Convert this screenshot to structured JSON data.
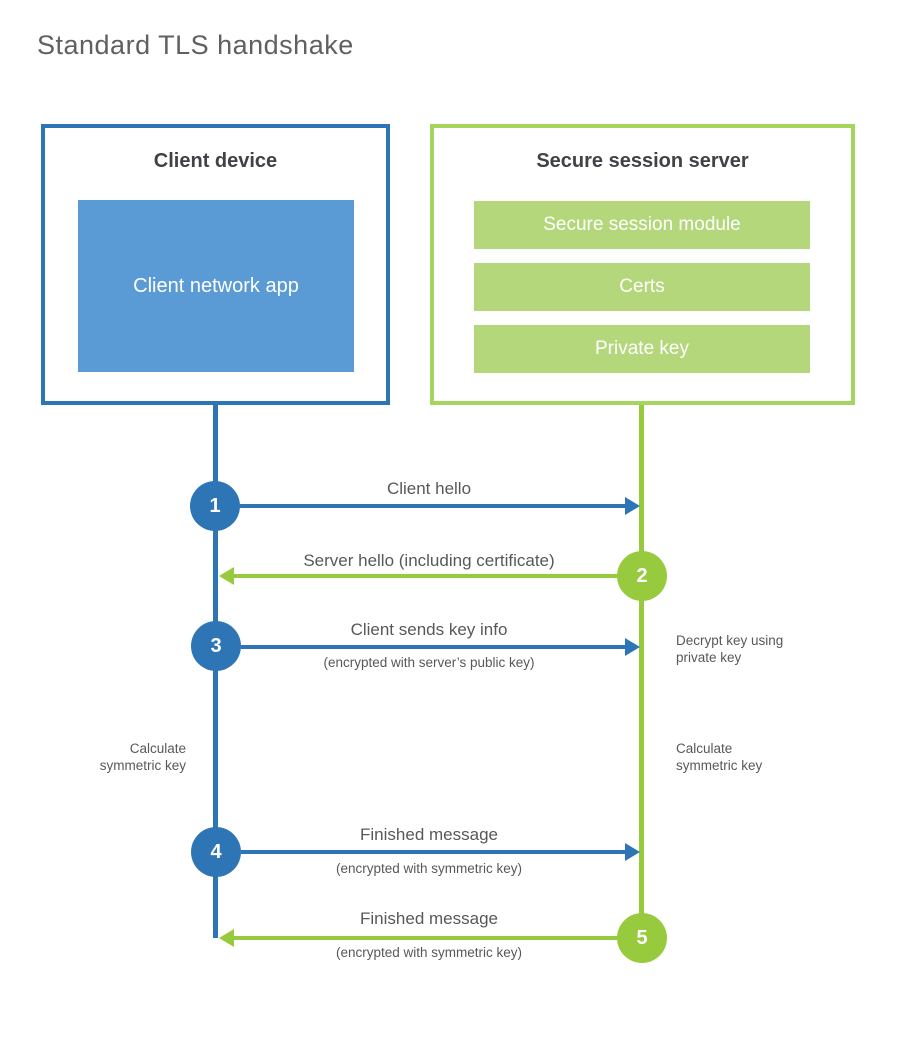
{
  "title": "Standard TLS handshake",
  "colors": {
    "client_accent": "#2e75b6",
    "client_fill": "#5b9bd5",
    "server_accent": "#98ca3e",
    "server_border": "#a6d55f",
    "server_fill": "#b4d77b",
    "heading_text": "#3f4246",
    "label_text": "#57585b"
  },
  "client": {
    "title": "Client device",
    "app": "Client network app"
  },
  "server": {
    "title": "Secure session server",
    "modules": [
      "Secure session module",
      "Certs",
      "Private key"
    ]
  },
  "steps": [
    {
      "number": "1",
      "label": "Client hello",
      "direction": "client-to-server"
    },
    {
      "number": "2",
      "label": "Server hello (including certificate)",
      "direction": "server-to-client"
    },
    {
      "number": "3",
      "label": "Client sends key info",
      "sublabel": "(encrypted with server’s public key)",
      "direction": "client-to-server"
    },
    {
      "number": "4",
      "label": "Finished message",
      "sublabel": "(encrypted with symmetric key)",
      "direction": "client-to-server"
    },
    {
      "number": "5",
      "label": "Finished message",
      "sublabel": "(encrypted with symmetric key)",
      "direction": "server-to-client"
    }
  ],
  "annotations": {
    "decrypt_line1": "Decrypt key using",
    "decrypt_line2": "private key",
    "calc_left_line1": "Calculate",
    "calc_left_line2": "symmetric key",
    "calc_right_line1": "Calculate",
    "calc_right_line2": "symmetric key"
  }
}
